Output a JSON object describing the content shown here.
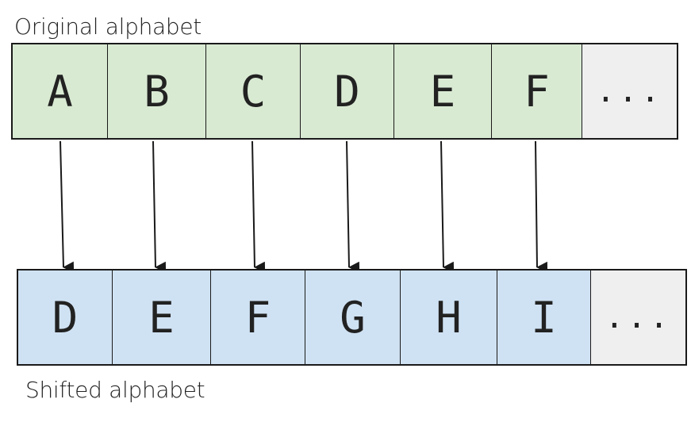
{
  "captions": {
    "original": "Original alphabet",
    "shifted": "Shifted alphabet"
  },
  "original_row": {
    "cells": [
      "A",
      "B",
      "C",
      "D",
      "E",
      "F",
      "..."
    ],
    "fill": "#d9ead3",
    "ellipsis_fill": "#efefef"
  },
  "shifted_row": {
    "cells": [
      "D",
      "E",
      "F",
      "G",
      "H",
      "I",
      "..."
    ],
    "fill": "#cfe2f3",
    "ellipsis_fill": "#efefef"
  },
  "arrow_color": "#1a1a1a"
}
